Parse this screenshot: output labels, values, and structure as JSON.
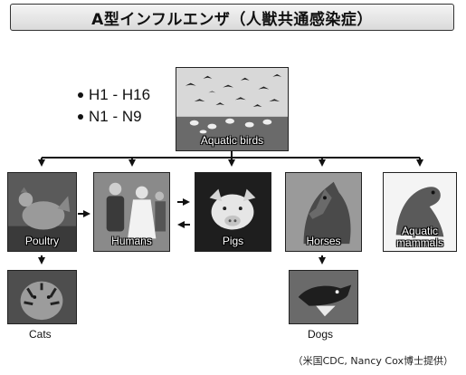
{
  "title": "A型インフルエンザ（人獣共通感染症）",
  "subtypes": [
    "H1 - H16",
    "N1 - N9"
  ],
  "source": {
    "label": "Aquatic birds"
  },
  "hosts": {
    "poultry": "Poultry",
    "humans": "Humans",
    "pigs": "Pigs",
    "horses": "Horses",
    "aquatic_mammals": "Aquatic mammals"
  },
  "secondary": {
    "cats": "Cats",
    "dogs": "Dogs"
  },
  "credit": "（米国CDC, Nancy Cox博士提供）"
}
